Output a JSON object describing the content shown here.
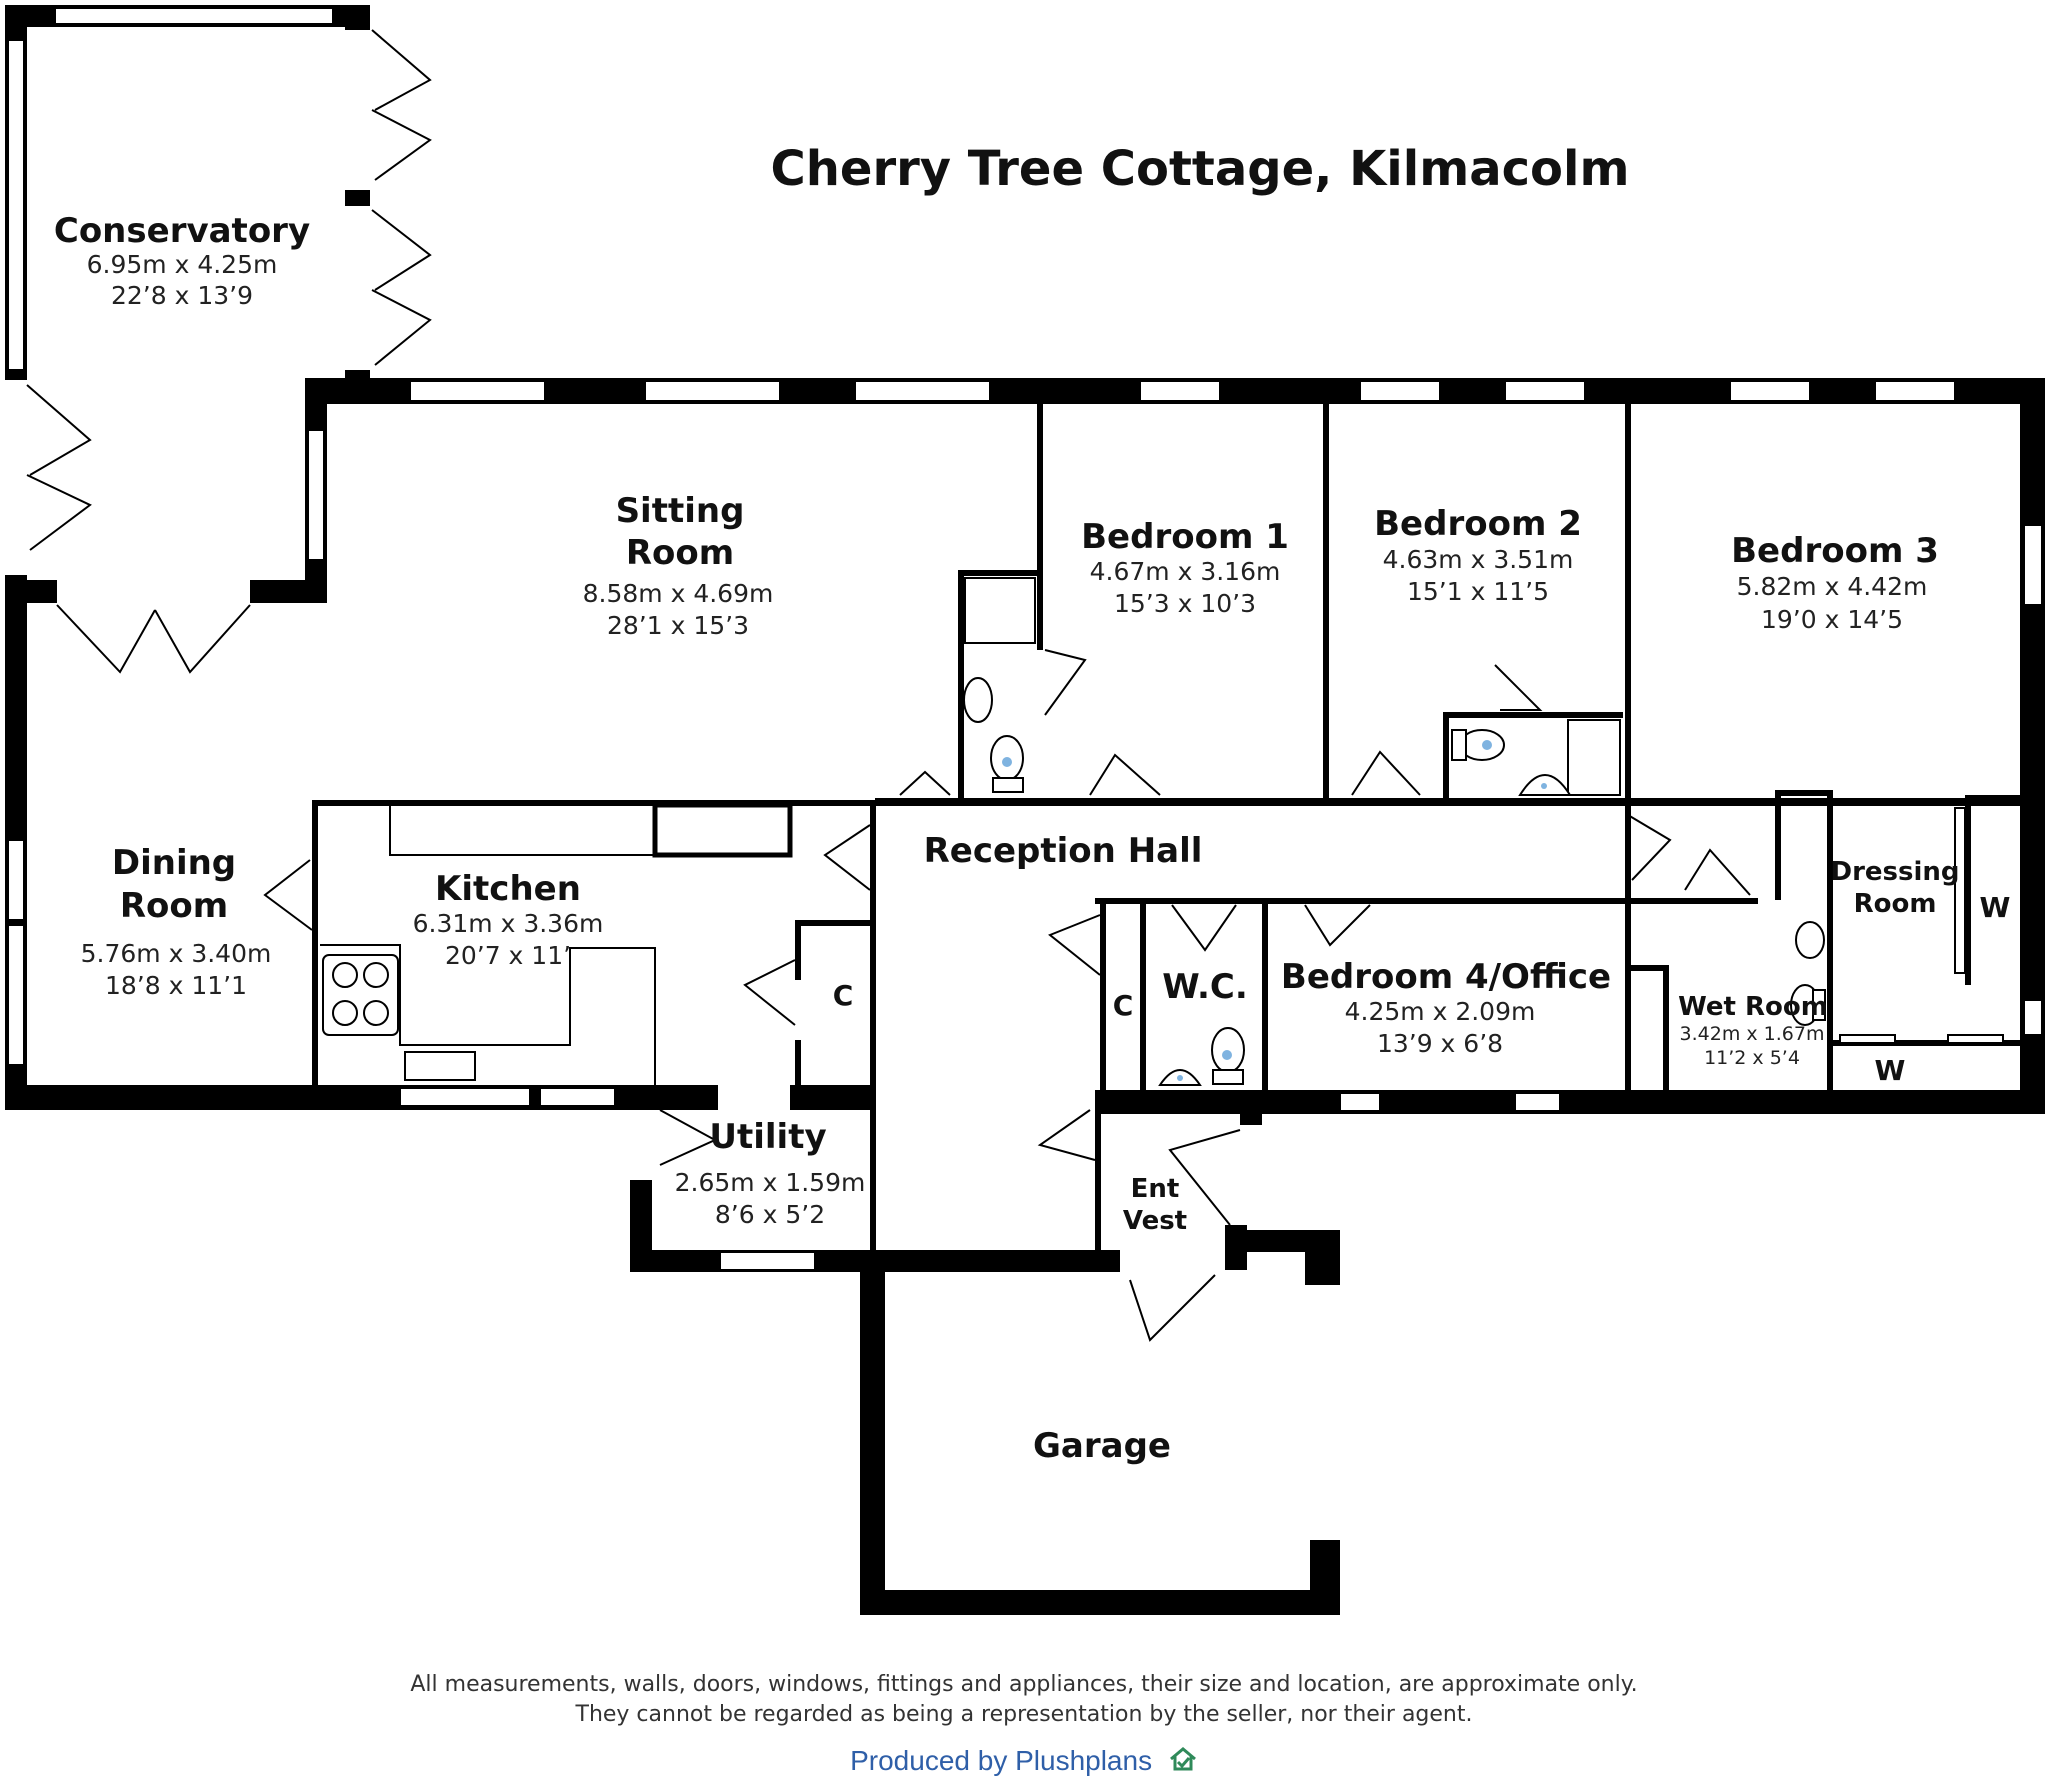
{
  "title": "Cherry Tree Cottage, Kilmacolm",
  "rooms": {
    "conservatory": {
      "name": "Conservatory",
      "metric": "6.95m x 4.25m",
      "imperial": "22’8 x 13’9"
    },
    "sitting": {
      "name_line1": "Sitting",
      "name_line2": "Room",
      "metric": "8.58m x 4.69m",
      "imperial": "28’1 x 15’3"
    },
    "bedroom1": {
      "name": "Bedroom 1",
      "metric": "4.67m x 3.16m",
      "imperial": "15’3 x 10’3"
    },
    "bedroom2": {
      "name": "Bedroom 2",
      "metric": "4.63m x 3.51m",
      "imperial": "15’1 x 11’5"
    },
    "bedroom3": {
      "name": "Bedroom 3",
      "metric": "5.82m x 4.42m",
      "imperial": "19’0 x 14’5"
    },
    "dining": {
      "name_line1": "Dining",
      "name_line2": "Room",
      "metric": "5.76m x 3.40m",
      "imperial": "18’8 x 11’1"
    },
    "kitchen": {
      "name": "Kitchen",
      "metric": "6.31m x 3.36m",
      "imperial": "20’7 x 11’"
    },
    "reception": {
      "name": "Reception Hall"
    },
    "dressing": {
      "name_line1": "Dressing",
      "name_line2": "Room"
    },
    "bedroom4": {
      "name": "Bedroom 4/Office",
      "metric": "4.25m x 2.09m",
      "imperial": "13’9 x 6’8"
    },
    "wc": {
      "name": "W.C."
    },
    "wetroom": {
      "name": "Wet Room",
      "metric": "3.42m x 1.67m",
      "imperial": "11’2 x 5’4"
    },
    "utility": {
      "name": "Utility",
      "metric": "2.65m x 1.59m",
      "imperial": "8’6 x 5’2"
    },
    "entvest": {
      "name_line1": "Ent",
      "name_line2": "Vest"
    },
    "garage": {
      "name": "Garage"
    },
    "cupboard_kitchen": {
      "name": "C"
    },
    "cupboard_hall": {
      "name": "C"
    },
    "wardrobe_dressing": {
      "name": "W"
    },
    "wardrobe_wetroom": {
      "name": "W"
    }
  },
  "disclaimer": {
    "line1": "All measurements, walls, doors, windows, fittings and appliances, their size and location, are approximate only.",
    "line2": "They cannot be regarded as being a representation by the seller, nor their agent."
  },
  "produced_by": "Produced by Plushplans",
  "icons": {
    "brand": "plushplans-house-icon"
  },
  "colors": {
    "wall": "#000000",
    "brand": "#2f5fa8",
    "fixture_blue": "#7fb3e0"
  }
}
